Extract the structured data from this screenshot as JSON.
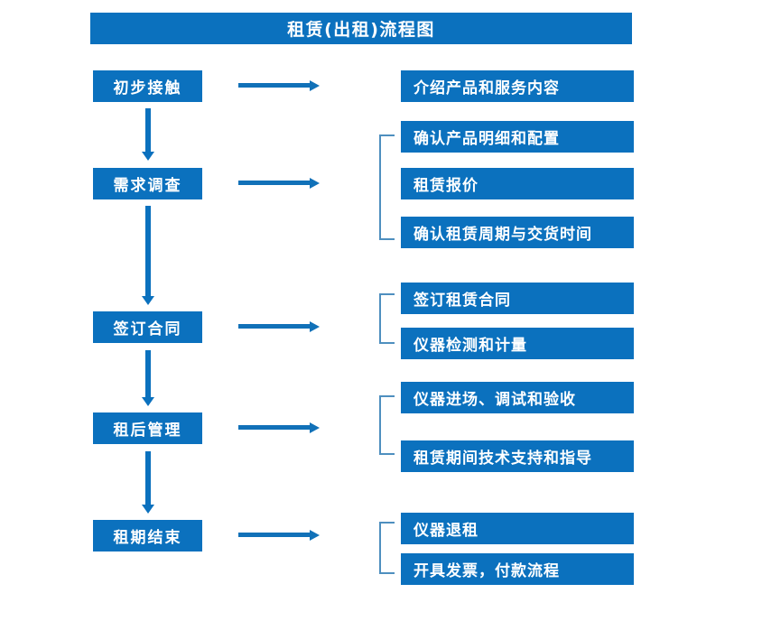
{
  "diagram": {
    "title": "租赁(出租)流程图",
    "colors": {
      "box_fill": "#0B71BE",
      "box_text": "#FFFFFF",
      "arrow": "#1171B8",
      "bracket": "#4E8FBF",
      "background": "#FFFFFF"
    },
    "stages": [
      {
        "label": "初步接触"
      },
      {
        "label": "需求调查"
      },
      {
        "label": "签订合同"
      },
      {
        "label": "租后管理"
      },
      {
        "label": "租期结束"
      }
    ],
    "details": [
      {
        "label": "介绍产品和服务内容"
      },
      {
        "label": "确认产品明细和配置"
      },
      {
        "label": "租赁报价"
      },
      {
        "label": "确认租赁周期与交货时间"
      },
      {
        "label": "签订租赁合同"
      },
      {
        "label": "仪器检测和计量"
      },
      {
        "label": "仪器进场、调试和验收"
      },
      {
        "label": "租赁期间技术支持和指导"
      },
      {
        "label": "仪器退租"
      },
      {
        "label": "开具发票，付款流程"
      }
    ]
  }
}
